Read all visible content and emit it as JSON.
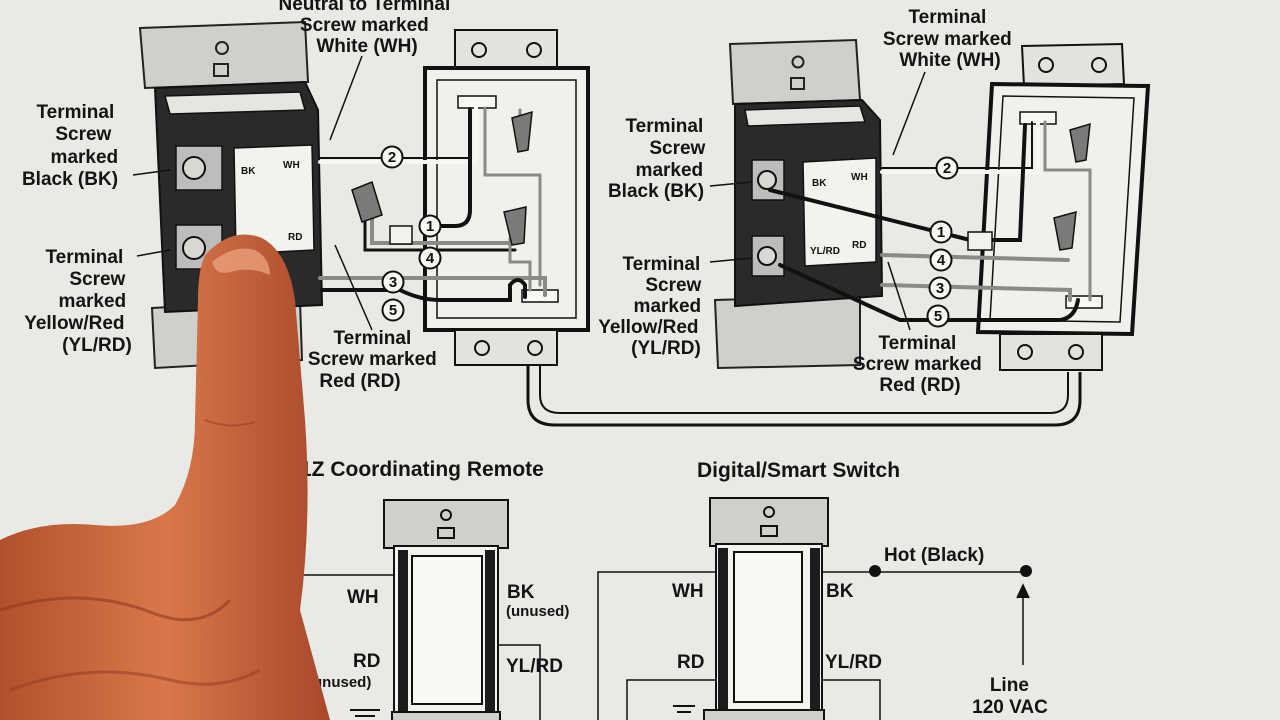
{
  "left_diagram": {
    "neutral_callout": [
      "Neutral to Terminal",
      "Screw marked",
      "White (WH)"
    ],
    "black_callout": [
      "Terminal",
      "Screw",
      "marked",
      "Black (BK)"
    ],
    "yellow_red_callout": [
      "Terminal",
      "Screw",
      "marked",
      "Yellow/Red",
      "(YL/RD)"
    ],
    "red_callout": [
      "Terminal",
      "Screw marked",
      "Red (RD)"
    ],
    "switch_labels": {
      "bk": "BK",
      "wh": "WH",
      "rd": "RD"
    },
    "wire_numbers": [
      "1",
      "2",
      "3",
      "4",
      "5"
    ]
  },
  "right_diagram": {
    "white_callout": [
      "Terminal",
      "Screw marked",
      "White (WH)"
    ],
    "black_callout": [
      "Terminal",
      "Screw",
      "marked",
      "Black (BK)"
    ],
    "yellow_red_callout": [
      "Terminal",
      "Screw",
      "marked",
      "Yellow/Red",
      "(YL/RD)"
    ],
    "red_callout": [
      "Terminal",
      "Screw marked",
      "Red (RD)"
    ],
    "switch_labels": {
      "bk": "BK",
      "wh": "WH",
      "ylrd": "YL/RD",
      "rd": "RD"
    },
    "wire_numbers": [
      "1",
      "2",
      "3",
      "4",
      "5"
    ]
  },
  "bottom_left": {
    "title": "1Z Coordinating Remote",
    "wh": "WH",
    "bk": "BK",
    "bk_note": "(unused)",
    "rd": "RD",
    "rd_note": "(unused)",
    "ylrd": "YL/RD"
  },
  "bottom_right": {
    "title": "Digital/Smart Switch",
    "wh": "WH",
    "bk": "BK",
    "rd": "RD",
    "ylrd": "YL/RD",
    "hot": "Hot (Black)",
    "line": [
      "Line",
      "120 VAC"
    ]
  },
  "colors": {
    "paper": "#e9e9e6",
    "ink": "#141414",
    "plate": "#c9c9c6",
    "switch_body": "#2a2a2a",
    "wire_gray": "#8a8a88",
    "finger": "#c9623a"
  }
}
